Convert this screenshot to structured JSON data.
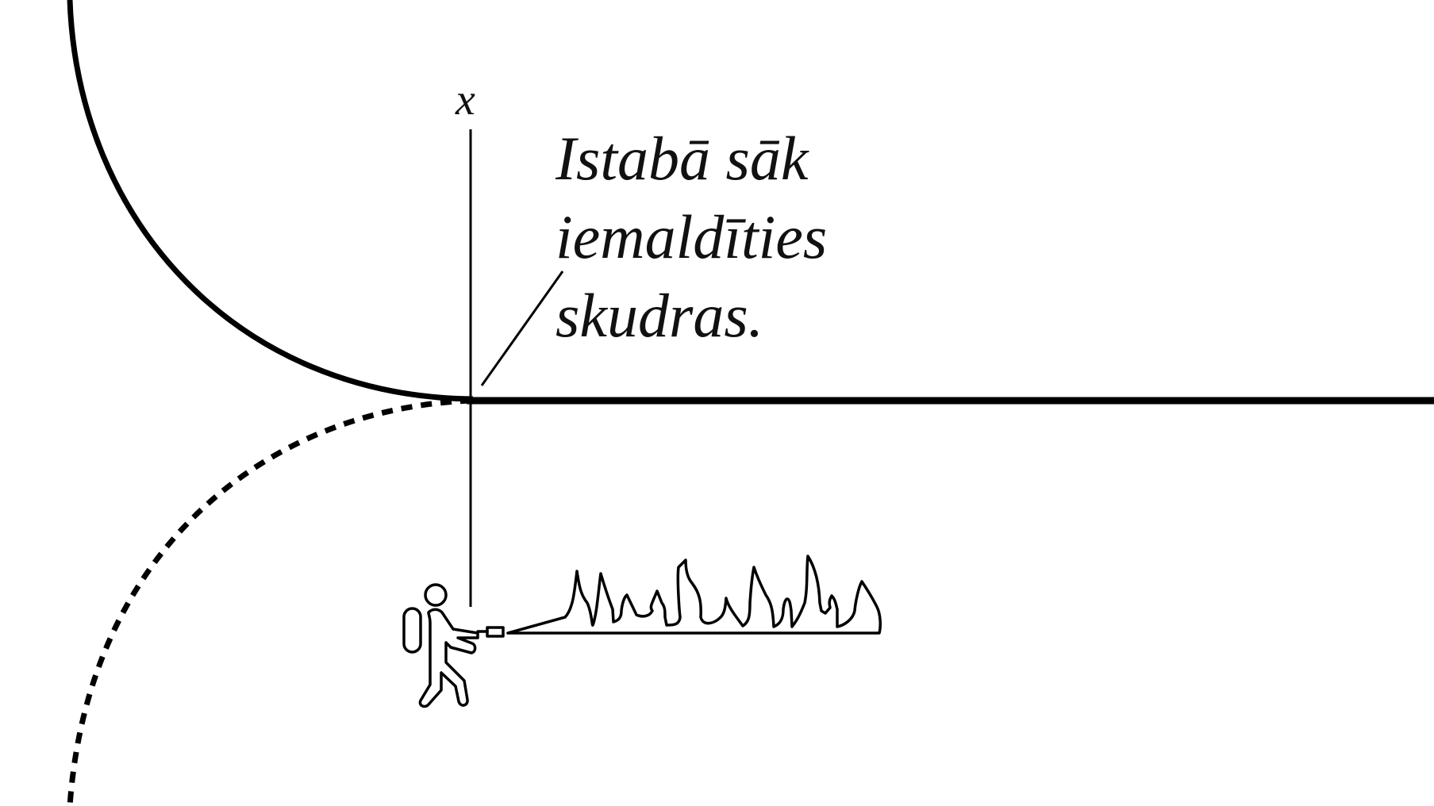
{
  "diagram": {
    "axis": {
      "label": "x"
    },
    "annotation": {
      "lines": [
        "Istabā sāk",
        "iemaldīties",
        "skudras."
      ]
    },
    "elements": {
      "solid_curve": "quarter-circle arc from top-left descending to axis origin",
      "dotted_curve": "dotted arc from axis origin descending to bottom-left",
      "horizontal_line": "solid line from axis origin to right edge",
      "vertical_axis": "thin vertical line labeled x",
      "leader_line": "diagonal pointer from text to origin",
      "firefighter_icon": "person with backpack tank spraying",
      "fire_icon": "row of flames"
    },
    "colors": {
      "stroke": "#000000",
      "background": "#ffffff",
      "text": "#111111"
    }
  }
}
